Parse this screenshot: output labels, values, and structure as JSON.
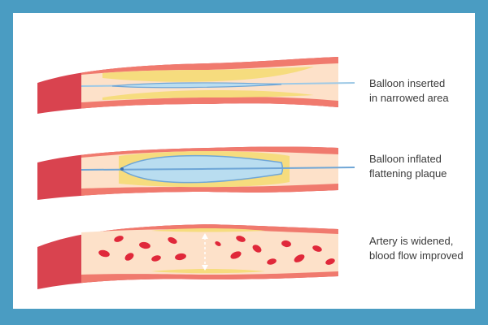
{
  "colors": {
    "background_border": "#4a9cc2",
    "panel": "#ffffff",
    "vessel_outer": "#d9434f",
    "vessel_wall": "#f07a6e",
    "vessel_lumen": "#fde1c9",
    "plaque": "#f6dc7e",
    "balloon_fill": "#b9ddf0",
    "balloon_edge": "#6fa6d6",
    "catheter": "#9ec9e6",
    "blood_cell": "#e0283a",
    "arrow": "#ffffff"
  },
  "steps": [
    {
      "id": "inserted",
      "line1": "Balloon inserted",
      "line2": "in narrowed area",
      "icon": "deflated-balloon-catheter"
    },
    {
      "id": "inflated",
      "line1": "Balloon inflated",
      "line2": "flattening plaque",
      "icon": "inflated-balloon"
    },
    {
      "id": "widened",
      "line1": "Artery is widened,",
      "line2": "blood flow improved",
      "icon": "red-blood-cells"
    }
  ]
}
